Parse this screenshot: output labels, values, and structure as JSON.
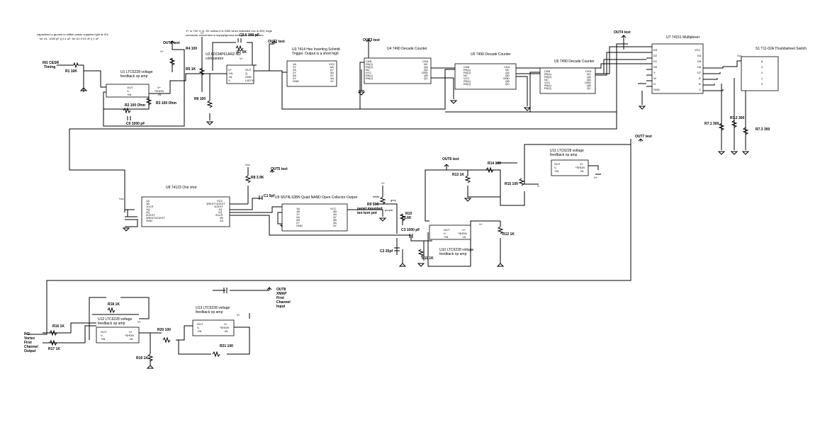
{
  "notes": {
    "capacitors": [
      "capacitors to ground to stiffen power supplies right at ICs",
      "for U1, 1000 pF || 0.1 uF; for U2 0.01 uF || 1 uF"
    ],
    "power": [
      "V+ is +5V  V- is -5V unless it is GND when indicated   Vcc is 45V, edge",
      "connector convention is supply/ground side goes to the letters"
    ]
  },
  "ports": {
    "in1": [
      "IN1 CESR",
      "Timing"
    ],
    "in2": [
      "IN2",
      "Vortex",
      "First",
      "Channel",
      "Output"
    ],
    "out1": "OUT1 test",
    "out2": "OUT2 test",
    "out3": "OUT3 test",
    "out4": "OUT4 test",
    "out5": "OUT5 test",
    "out6": "OUT6 test",
    "out7": "OUT7 test",
    "out8": [
      "OUT8",
      "XMAP",
      "First",
      "Channel",
      "Input"
    ]
  },
  "rails": {
    "vplus": "V+",
    "vminus": "V-",
    "vcc": "Vcc"
  },
  "components": {
    "r1": "R1 10K",
    "r2": "R2 100 Ohm",
    "r3": "R3 100 Ohm",
    "r4": "R4 100",
    "r5": "R5 1K",
    "r6": "R6 100",
    "r7": "R7 5K",
    "r8": "R8 3.9K",
    "r9": [
      "R9 500",
      "panel mounted",
      "ten turn pot"
    ],
    "r10": [
      "R10",
      "5.6K"
    ],
    "r11": "R11 1K",
    "r12": "R12 1K",
    "r13": "R13 1K",
    "r14": "R14 100",
    "r15": "R15 100",
    "r16": "R16 1K",
    "r17": "R17 1K",
    "r18": "R18 1K",
    "r19": "R19 1K",
    "r20": "R20 100",
    "r21": "R21 100",
    "r71": "R7.1 300",
    "r72": "R7.2 300",
    "r73": "R7.3 300",
    "c0": "C0 1000 pF",
    "c05": "C0.5 300 pF",
    "c1": "C1 5pf",
    "c2": "C2 20pf",
    "c3": "C3 1000 pF",
    "wire_colors": [
      "white",
      "grey",
      "purple"
    ]
  },
  "chips": {
    "u1": {
      "title": [
        "U1 LTC6228 voltage",
        "feedback op amp"
      ],
      "left": [
        "OUT",
        "V-",
        "+IN"
      ],
      "right": [
        "V+",
        "*SHDN",
        "-IN"
      ]
    },
    "u2": {
      "title": [
        "U2 ADCMP61ARZ-ND",
        "comparator"
      ],
      "left": [
        "V+",
        "+IN",
        "-IN",
        "V-"
      ],
      "right": [
        "OUT",
        "Q",
        "GND",
        "LATCH"
      ]
    },
    "u3": {
      "title": [
        "U3 7414 Hex Inverting Schmitt",
        "Trigger. Output is a short high"
      ],
      "left": [
        "1A",
        "1Y",
        "2A",
        "2Y",
        "3A",
        "3Y",
        "GND"
      ],
      "right": [
        "VCC",
        "6A",
        "6Y",
        "5A",
        "5Y",
        "4A",
        "4Y"
      ]
    },
    "u4": {
      "title": [
        "U4 7490 Decade Counter"
      ],
      "left": [
        "CKB",
        "R9(1)",
        "R0(2)",
        "NC",
        "VCC",
        "R9(1)",
        "R9(2)"
      ],
      "right": [
        "CKA",
        "NC",
        "QA",
        "QD",
        "GND",
        "QB",
        "QC"
      ]
    },
    "u5": {
      "title": [
        "U5 7490 Decade Counter"
      ],
      "left": [
        "CKB",
        "R9(1)",
        "R0(2)",
        "NC",
        "VCC",
        "R9(1)",
        "R9(2)"
      ],
      "right": [
        "CKA",
        "NC",
        "QA",
        "QD",
        "GND",
        "QB",
        "QC"
      ]
    },
    "u6": {
      "title": [
        "U6 7490 Decade Counter"
      ],
      "left": [
        "CKB",
        "R9(1)",
        "R0(2)",
        "NC",
        "VCC",
        "R9(1)",
        "R9(2)"
      ],
      "right": [
        "CKA",
        "NC",
        "QA",
        "QD",
        "GND",
        "QB",
        "QC"
      ]
    },
    "u7": {
      "title": [
        "U7 74151 Multiplexer"
      ],
      "left": [
        "D3",
        "D2",
        "D1",
        "D0",
        "Y",
        "W",
        "G",
        "GND"
      ],
      "right": [
        "VCC",
        "D4",
        "D5",
        "D6",
        "D7",
        "A",
        "B",
        "C"
      ]
    },
    "u8": {
      "title": [
        "U8 74123 One shot"
      ],
      "left": [
        "1A",
        "1B",
        "1CLR",
        "1Q",
        "2Q",
        "2CEXT",
        "2REXT/2CEXT",
        "GND"
      ],
      "right": [
        "VCC",
        "1REXT/1CEXT",
        "1CEXT",
        "1Q",
        "2Q",
        "2CLR",
        "2B",
        "2A"
      ]
    },
    "u9": {
      "title": [
        "U9 SN74LS38N Quad NAND Open Collector Output"
      ],
      "left": [
        "1A",
        "1B",
        "1Y",
        "2A",
        "2B",
        "2Y",
        "GND"
      ],
      "right": [
        "VCC",
        "4B",
        "4A",
        "4Y",
        "3B",
        "3A",
        "3Y"
      ]
    },
    "u10": {
      "title": [
        "U10 LTC6228 voltage",
        "feedback op amp"
      ],
      "left": [
        "OUT",
        "V-",
        "+IN"
      ],
      "right": [
        "V+",
        "*SHDN",
        "-IN"
      ]
    },
    "u11": {
      "title": [
        "U11 LTC6228 voltage",
        "feedback op amp"
      ],
      "left": [
        "OUT",
        "V-",
        "+IN"
      ],
      "right": [
        "V+",
        "*SHDN",
        "-IN"
      ]
    },
    "u12": {
      "title": [
        "U12 LTC6228 voltage",
        "feedback op amp"
      ],
      "left": [
        "OUT",
        "V-",
        "+IN"
      ],
      "right": [
        "V+",
        "*SHDN",
        "-IN"
      ]
    },
    "u13": {
      "title": [
        "U13 LTC6228 voltage",
        "feedback op amp"
      ],
      "left": [
        "OUT",
        "V-",
        "+IN"
      ],
      "right": [
        "V+",
        "*SHDN",
        "-IN"
      ]
    },
    "s1": {
      "title": [
        "S1 T11-02A Thumbwheel Switch"
      ],
      "left": [
        "8",
        "4",
        "2",
        "1",
        "C"
      ],
      "right": []
    }
  }
}
